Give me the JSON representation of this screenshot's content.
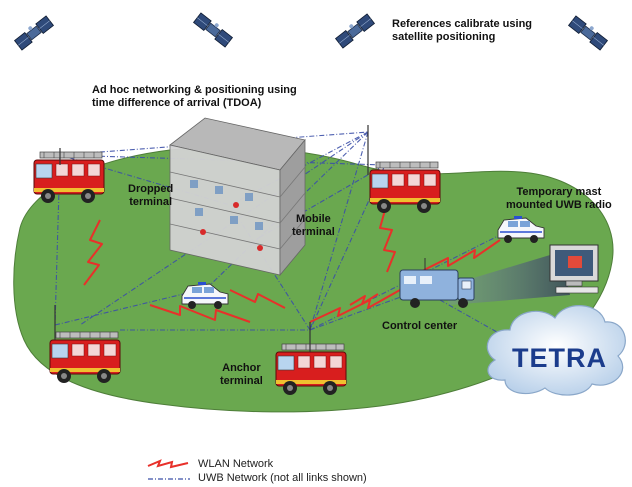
{
  "labels": {
    "satellite_note": [
      "References calibrate using",
      "satellite positioning"
    ],
    "adhoc_title": [
      "Ad hoc networking & positioning using",
      "time difference of arrival (TDOA)"
    ],
    "dropped_terminal": [
      "Dropped",
      "terminal"
    ],
    "mobile_terminal": [
      "Mobile",
      "terminal"
    ],
    "temporary_mast": [
      "Temporary mast",
      "mounted UWB radio"
    ],
    "control_center": "Control center",
    "anchor_terminal": [
      "Anchor",
      "terminal"
    ],
    "tetra": "TETRA"
  },
  "legend": {
    "wlan": "WLAN Network",
    "uwb": "UWB Network (not all links shown)"
  },
  "colors": {
    "ground": "#6aa84f",
    "wlan": "#e8302a",
    "uwb": "#3b4fa8",
    "truck": "#d81e1e",
    "building": "#9a9a9a",
    "cloud": "#c9dcf0",
    "control_van": "#8fb2dd"
  },
  "icons": [
    "satellite-icon",
    "fire-truck-icon",
    "police-car-icon",
    "building-icon",
    "control-van-icon",
    "computer-monitor-icon",
    "cloud-icon"
  ]
}
